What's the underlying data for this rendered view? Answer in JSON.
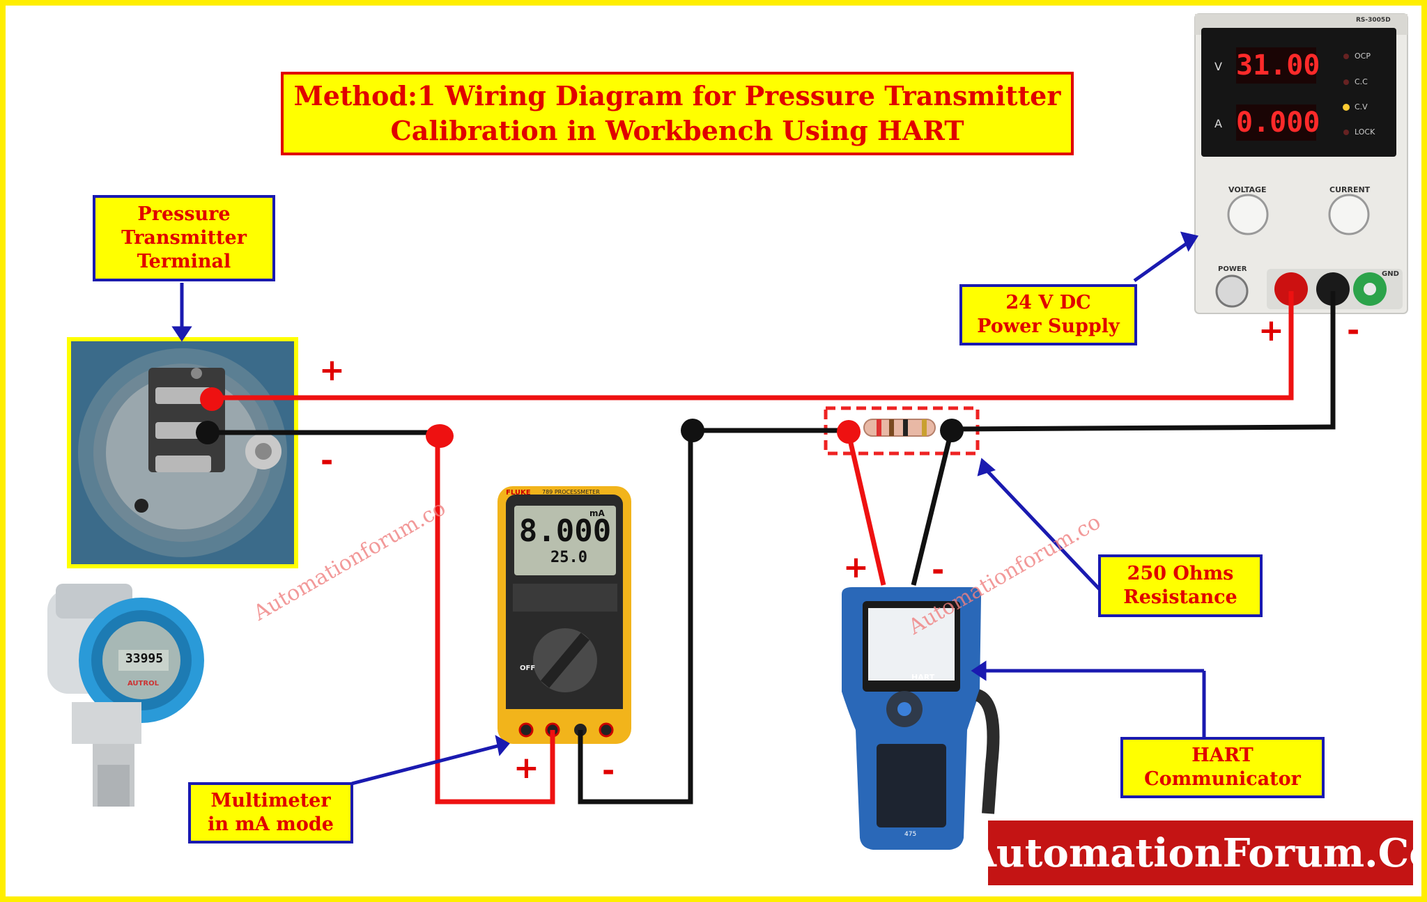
{
  "title": {
    "line1": "Method:1 Wiring Diagram for Pressure Transmitter",
    "line2": "Calibration in Workbench Using HART"
  },
  "labels": {
    "pressure_transmitter_terminal": [
      "Pressure",
      "Transmitter",
      "Terminal"
    ],
    "power_supply": [
      "24 V DC",
      "Power Supply"
    ],
    "resistance": [
      "250 Ohms",
      "Resistance"
    ],
    "multimeter": [
      "Multimeter",
      "in mA mode"
    ],
    "hart_communicator": [
      "HART",
      "Communicator"
    ]
  },
  "signs": {
    "plus": "+",
    "minus": "-"
  },
  "power_supply": {
    "model": "RS-3005D",
    "voltage_display": "31.00",
    "current_display": "0.000",
    "volt_unit": "V",
    "amp_unit": "A",
    "indicators": [
      "OCP",
      "C.C",
      "C.V",
      "LOCK"
    ],
    "voltage_knob": "VOLTAGE",
    "current_knob": "CURRENT",
    "power_label": "POWER",
    "gnd_label": "GND"
  },
  "multimeter": {
    "brand": "FLUKE",
    "model": "789 PROCESSMETER",
    "reading": "8.000",
    "unit": "mA",
    "percent": "25.0",
    "off_label": "OFF"
  },
  "transmitter": {
    "lcd_reading": "33995",
    "brand": "AUTROL"
  },
  "hart": {
    "brand": "HART",
    "model": "475"
  },
  "watermark": "Automationforum.co",
  "brand": "AutomationForum.Co",
  "colors": {
    "positive_wire": "#ee1111",
    "negative_wire": "#111111",
    "label_fill": "#ffff00",
    "label_border": "#1a1ab0",
    "frame": "#ffee00",
    "brand_bg": "#c41414"
  }
}
